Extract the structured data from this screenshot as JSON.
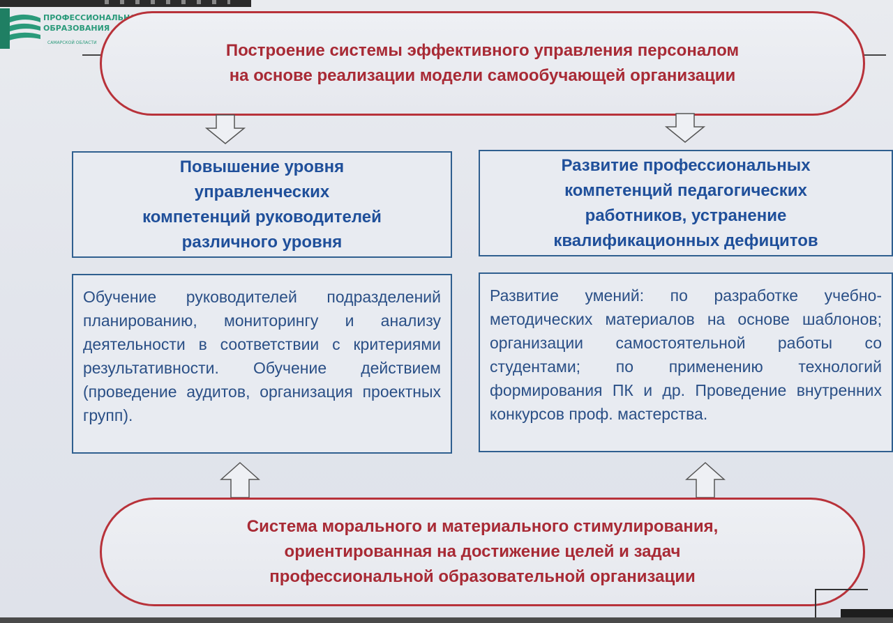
{
  "logo": {
    "line1": "ПРОФЕССИОНАЛЬНОЕ",
    "line2": "ОБРАЗОВАНИЯ",
    "sub": "САМАРСКОЙ ОБЛАСТИ"
  },
  "top_goal": "Построение системы эффективного управления персоналом\nна основе реализации модели самообучающей организации",
  "left_block": {
    "title": "Повышение уровня\nуправленческих\nкомпетенций руководителей\nразличного уровня",
    "body": "Обучение руководителей подразделений планированию, мониторингу и анализу деятельности в соответствии с критериями результативности. Обучение действием (проведение аудитов, организация проектных групп)."
  },
  "right_block": {
    "title": "Развитие профессиональных\nкомпетенций педагогических\nработников, устранение\nквалификационных дефицитов",
    "body": "Развитие умений: по разработке учебно-методических материалов на основе шаблонов; организации самостоятельной работы со студентами; по применению технологий формирования ПК и др. Проведение внутренних конкурсов проф. мастерства."
  },
  "bottom_basis": "Система морального и материального стимулирования,\nориентированная на достижение целей и задач\nпрофессиональной образовательной организации",
  "colors": {
    "accent_red": "#b8323a",
    "title_blue": "#1f4f9a",
    "box_border": "#2f5f8f",
    "logo_green": "#2a9a7a"
  }
}
